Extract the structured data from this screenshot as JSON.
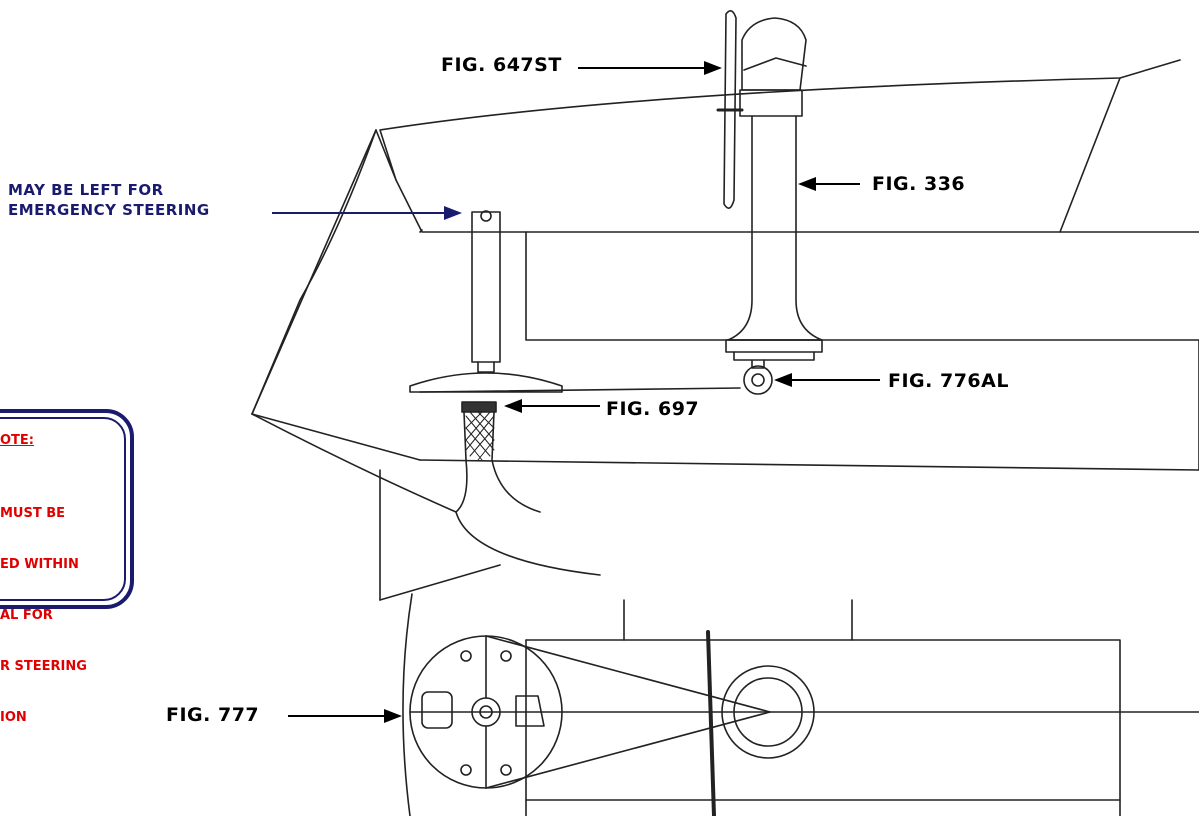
{
  "labels": {
    "fig_647st": "FIG. 647ST",
    "fig_336": "FIG. 336",
    "emergency_line1": "MAY BE LEFT FOR",
    "emergency_line2": "EMERGENCY STEERING",
    "fig_776al": "FIG. 776AL",
    "fig_697": "FIG. 697",
    "fig_777": "FIG. 777"
  },
  "note": {
    "title": "OTE:",
    "lines": [
      "MUST BE",
      "ED WITHIN",
      "AL FOR",
      "R STEERING",
      "ION"
    ]
  },
  "colors": {
    "label_text": "#000000",
    "emergency_text": "#1a1a6e",
    "note_border": "#1a1a6e",
    "note_text": "#e00000",
    "sketch_line": "#222222"
  }
}
